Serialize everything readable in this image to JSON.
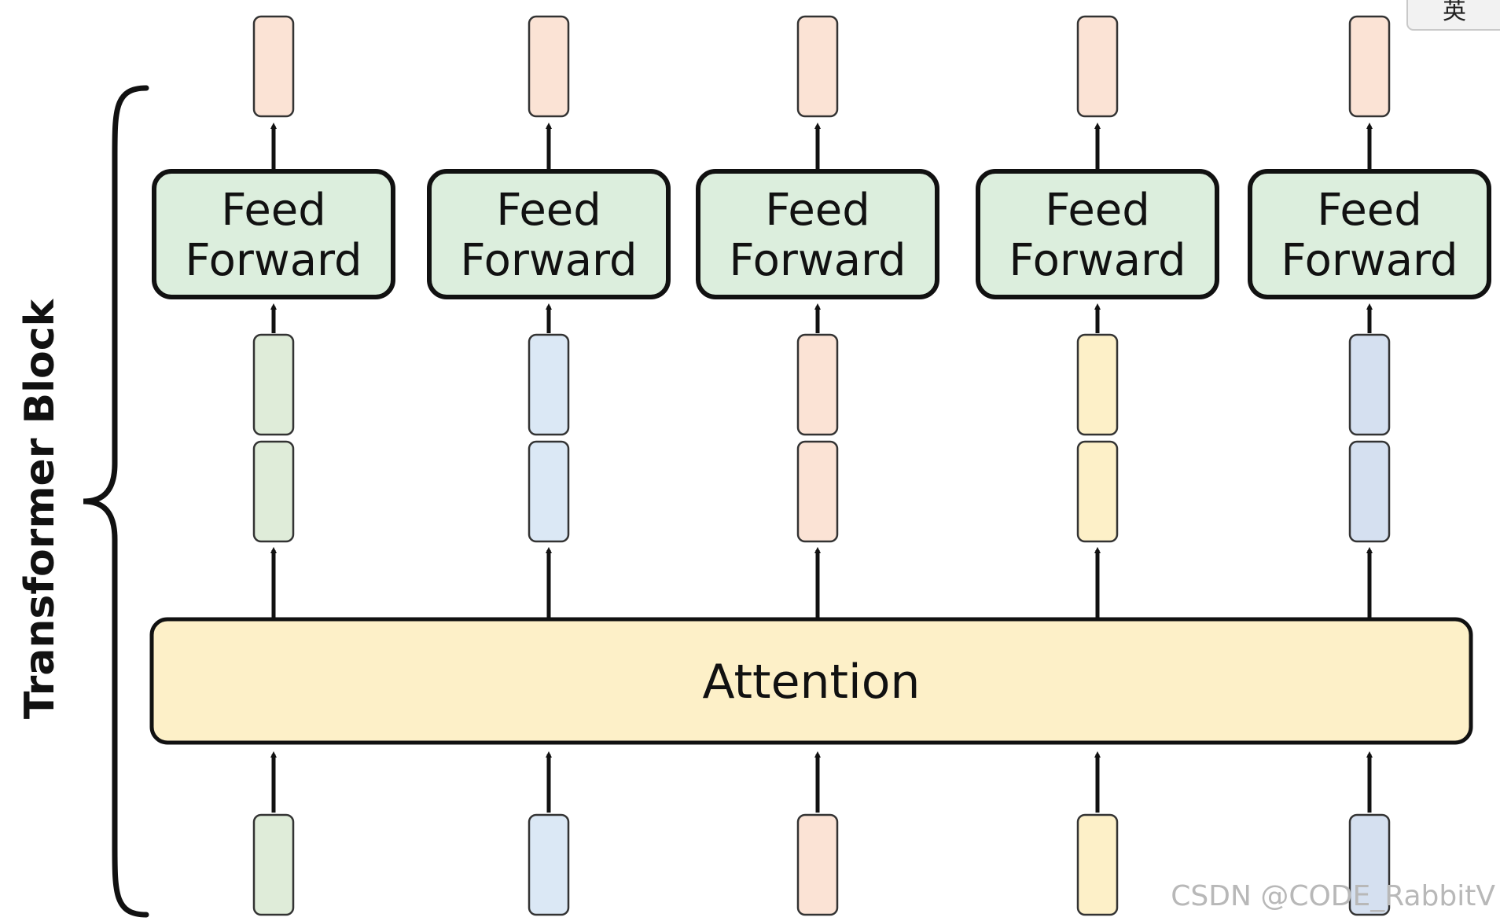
{
  "diagram": {
    "block_label": "Transformer Block",
    "attention_label": "Attention",
    "feed_forward_line1": "Feed",
    "feed_forward_line2": "Forward",
    "columns": [
      {
        "token_color": "#dfecd9"
      },
      {
        "token_color": "#dbe8f5"
      },
      {
        "token_color": "#fbe3d5"
      },
      {
        "token_color": "#fdf0c8"
      },
      {
        "token_color": "#d5e0f0"
      }
    ],
    "output_color": "#fbe3d5",
    "ff_color": "#dceedd",
    "attention_color": "#fdf0c8"
  },
  "overlay": {
    "watermark": "CSDN @CODE_RabbitV",
    "ime_indicator": "英"
  }
}
